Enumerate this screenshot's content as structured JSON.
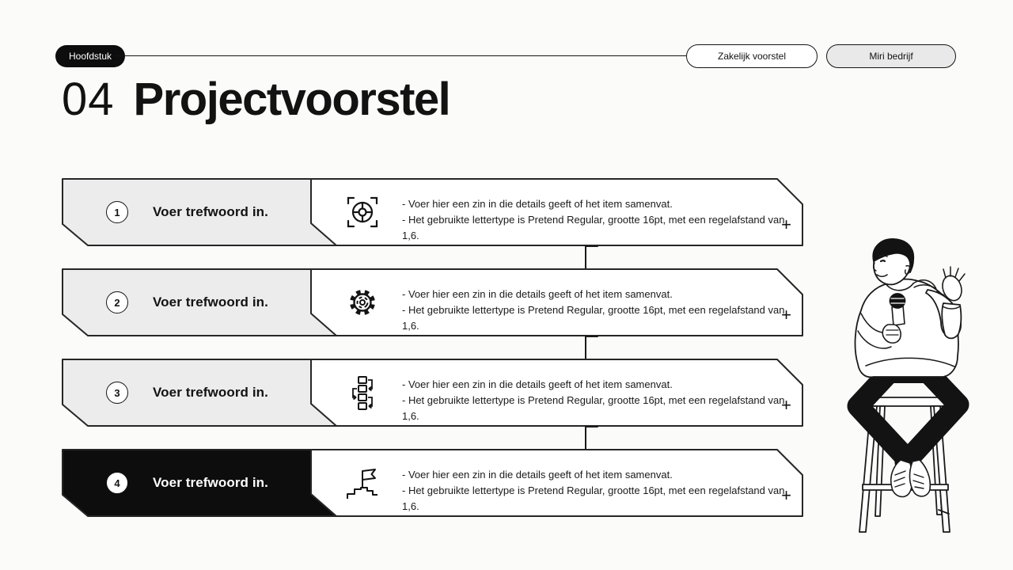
{
  "header": {
    "chapter_label": "Hoofdstuk",
    "buttons": [
      {
        "label": "Zakelijk voorstel"
      },
      {
        "label": "Miri bedrijf"
      }
    ]
  },
  "title": {
    "number": "04",
    "text": "Projectvoorstel"
  },
  "rows": [
    {
      "number": "1",
      "keyword": "Voer trefwoord in.",
      "icon": "focus-target-icon",
      "detail_lines": [
        "- Voer hier een zin in die details geeft of het item samenvat.",
        "- Het gebruikte lettertype is Pretend Regular, grootte 16pt, met een regelafstand van 1,6."
      ],
      "plus": "+",
      "variant": "gray"
    },
    {
      "number": "2",
      "keyword": "Voer trefwoord in.",
      "icon": "gear-icon",
      "detail_lines": [
        "- Voer hier een zin in die details geeft of het item samenvat.",
        "- Het gebruikte lettertype is Pretend Regular, grootte 16pt, met een regelafstand van 1,6."
      ],
      "plus": "+",
      "variant": "gray"
    },
    {
      "number": "3",
      "keyword": "Voer trefwoord in.",
      "icon": "flowchart-icon",
      "detail_lines": [
        "- Voer hier een zin in die details geeft of het item samenvat.",
        "- Het gebruikte lettertype is Pretend Regular, grootte 16pt, met een regelafstand van 1,6."
      ],
      "plus": "+",
      "variant": "dark"
    },
    {
      "number": "4",
      "keyword": "Voer trefwoord in.",
      "icon": "milestone-flag-icon",
      "detail_lines": [
        "- Voer hier een zin in die details geeft of het item samenvat.",
        "- Het gebruikte lettertype is Pretend Regular, grootte 16pt, met een regelafstand van 1,6."
      ],
      "plus": "+",
      "variant": "dark"
    }
  ],
  "illustration": "speaker-on-stool-illustration",
  "colors": {
    "background": "#fbfbfa",
    "gray_fill": "#ececec",
    "dark_fill": "#0d0d0d",
    "white_fill": "#ffffff",
    "stroke": "#262626",
    "button_gray": "#e9e9e9"
  }
}
